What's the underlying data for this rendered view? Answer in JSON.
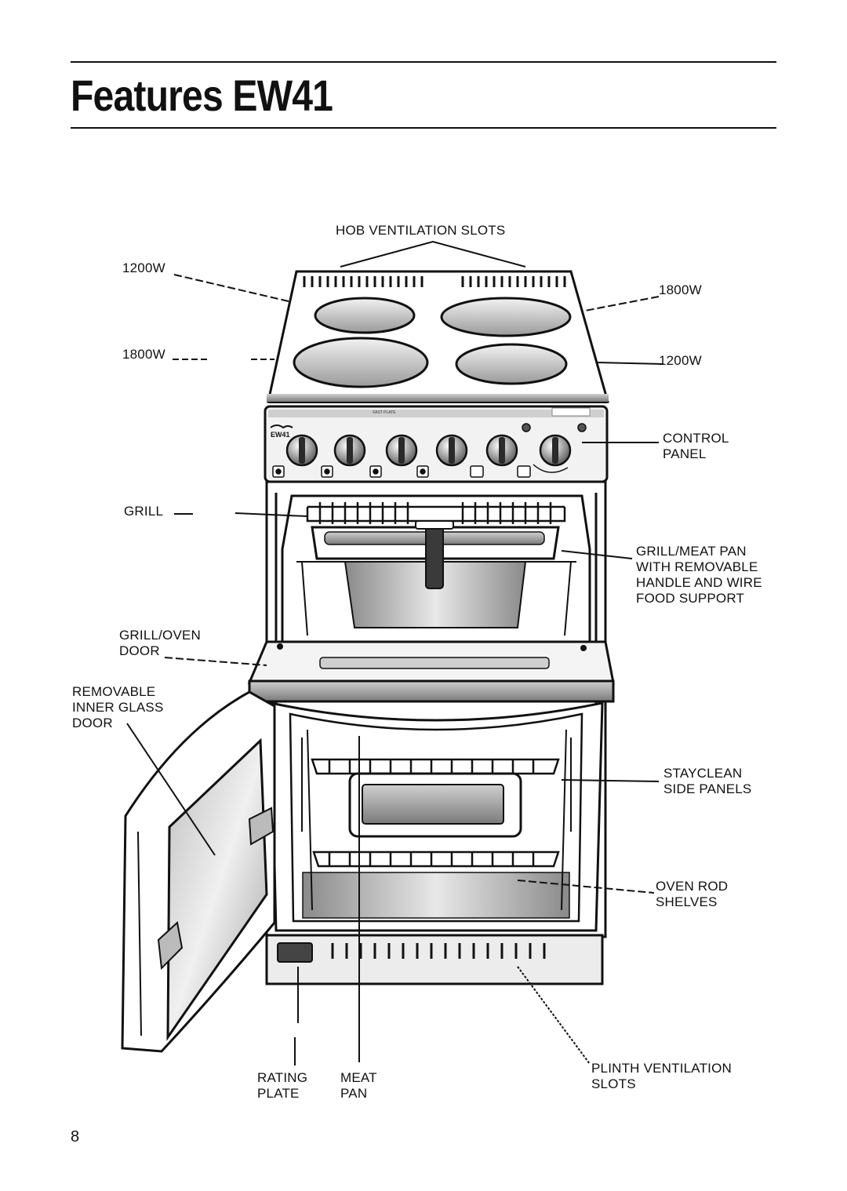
{
  "page": {
    "title": "Features EW41",
    "page_number": "8"
  },
  "cooker": {
    "model_badge": "EW41",
    "panel_small_text": "FAST\nPLATE"
  },
  "labels": {
    "hob_vent": "HOB VENTILATION SLOTS",
    "plate_rear_left": "1200W",
    "plate_front_left": "1800W",
    "plate_rear_right": "1800W",
    "plate_front_right": "1200W",
    "control_panel": "CONTROL\nPANEL",
    "grill": "GRILL",
    "grill_meat_pan": "GRILL/MEAT PAN\nWITH REMOVABLE\nHANDLE AND WIRE\nFOOD SUPPORT",
    "grill_oven_door": "GRILL/OVEN\nDOOR",
    "inner_glass_door": "REMOVABLE\nINNER GLASS\nDOOR",
    "stayclean": "STAYCLEAN\nSIDE PANELS",
    "oven_shelves": "OVEN ROD\nSHELVES",
    "rating_plate": "RATING\nPLATE",
    "meat_pan": "MEAT\nPAN",
    "plinth_vent": "PLINTH VENTILATION\nSLOTS"
  }
}
